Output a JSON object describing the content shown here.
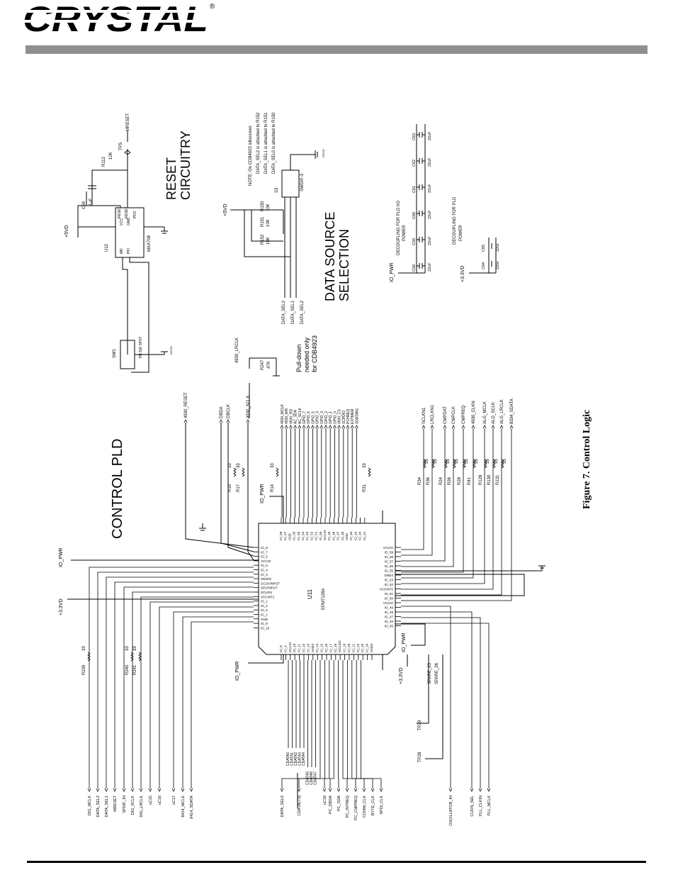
{
  "header": {
    "logo_text": "CRYSTAL",
    "registered_mark": "®"
  },
  "titles": {
    "control_pld": "CONTROL PLD",
    "reset_line1": "RESET",
    "reset_line2": "CIRCUITRY",
    "data_source_line1": "DATA SOURCE",
    "data_source_line2": "SELECTION",
    "figure_caption": "Figure 7.  Control Logic"
  },
  "notes": {
    "silkscreen": [
      "NOTE: On CDB4923 silkscreen:",
      "DATA_SEL2 is attached to R152",
      "DATA_SEL1 is attached to R151",
      "DATA_SEL0 is attached to R150"
    ],
    "pulldown": [
      "Pull-down",
      "needed only",
      "for CDB4923"
    ],
    "decoupling_io": [
      "DECOUPLING FOR PLD I/O",
      "POWER"
    ],
    "decoupling_pld": [
      "DECOUPLING FOR PLD",
      "POWER"
    ]
  },
  "u11": {
    "ref": "U11",
    "part": "EPM7128A"
  },
  "reset_block": {
    "ic_ref": "U12",
    "ic_part": "MAX708",
    "supply": "+5VD",
    "cap_ref": "C59",
    "cap_val": "1uF",
    "res_ref": "R112",
    "res_val": "10K",
    "tp_ref": "TP5",
    "output": "MRESET",
    "pins_left": [
      "MR",
      "PFI"
    ],
    "pins_right": [
      "VCC",
      "GND",
      "RESET",
      "RESET",
      "PFO"
    ],
    "switch_ref": "SW1",
    "switch_label": "PB SW SPST"
  },
  "dip_block": {
    "supply": "+5VD",
    "switch_ref": "S3",
    "switch_part": "SWDIP-3",
    "resistors": [
      {
        "ref": "R150",
        "val": "10K"
      },
      {
        "ref": "R151",
        "val": "10K"
      },
      {
        "ref": "R152",
        "val": "10K"
      }
    ],
    "outputs": [
      "DATA_SEL0",
      "DATA_SEL1",
      "DATA_SEL2"
    ]
  },
  "decoupling": {
    "io_supply": "IO_PWR",
    "io_caps": [
      {
        "ref": "C58",
        "val": "22uF"
      },
      {
        "ref": "C59",
        "val": "22uF"
      },
      {
        "ref": "C60",
        "val": "22uF"
      },
      {
        "ref": "C61",
        "val": "22uF"
      },
      {
        "ref": "C62",
        "val": "22uF"
      },
      {
        "ref": "C63",
        "val": "22uF"
      }
    ],
    "pld_supply": "+3.3VD",
    "pld_caps": [
      {
        "ref": "C64",
        "val": "22uF"
      },
      {
        "ref": "C65",
        "val": "22uF"
      }
    ]
  },
  "power_labels": {
    "io_pwr": "IO_PWR",
    "v33": "+3.3VD",
    "dgnd": "DGND"
  },
  "r247": {
    "ref": "R247",
    "val": "47K",
    "net": "4930_LRCLK"
  },
  "top_nets_a": [
    "4930_RESET",
    "DBDA",
    "DBCLK",
    "4930_SCLK"
  ],
  "top_res": [
    {
      "ref": "R19",
      "val": "33"
    },
    {
      "ref": "R17",
      "val": "33"
    },
    {
      "ref": "R14",
      "val": "33"
    },
    {
      "ref": "R31",
      "val": "33"
    }
  ],
  "top_nets_b": [
    "4930_MCLK",
    "4930_WR",
    "4930_RD",
    "AC_SDA",
    "AC_SCLK",
    "GPIO_7",
    "GPIO_6",
    "GPIO_5",
    "GPIO_4",
    "GPIO_3",
    "GPIO_2",
    "GPIO_1",
    "GPIO_0",
    "4930_CS",
    "SCPDIO",
    "PCHREQ",
    "EXTMEM",
    "SDATAN1"
  ],
  "top_nets_c": [
    "SCLKN1",
    "LRCLKN1",
    "CMPDAT",
    "CMPCLK",
    "CMPREQ",
    "4930_CLKN",
    "ALG_MCLK",
    "ALG_SCLK",
    "ALG_LRCLK",
    "8334_SDATA"
  ],
  "right_res": [
    {
      "ref": "R34",
      "val": "33"
    },
    {
      "ref": "R36",
      "val": "33"
    },
    {
      "ref": "R24",
      "val": "33"
    },
    {
      "ref": "R26",
      "val": "33"
    },
    {
      "ref": "R28",
      "val": "33"
    },
    {
      "ref": "R41",
      "val": "33"
    },
    {
      "ref": "R128",
      "val": "33"
    },
    {
      "ref": "R130",
      "val": "33"
    },
    {
      "ref": "R131",
      "val": "33"
    }
  ],
  "left_res": [
    {
      "ref": "R239",
      "val": "33"
    },
    {
      "ref": "R240",
      "val": "33"
    },
    {
      "ref": "R241",
      "val": "33"
    }
  ],
  "bottom_nets_left": [
    "DIG_MCLK",
    "DATA_SEL2",
    "DATA_SEL1",
    "MRESET",
    "SPDIF_IN",
    "DIG_SCLK",
    "DIG_LRCLK",
    "uC15",
    "uC16",
    "uC17",
    "8414_MCLK",
    "8414_SDATA"
  ],
  "bottom_nets_mid": [
    "DATA_SEL0",
    "CDATA[7:0]",
    "uC18",
    "PC_DBDA",
    "PC_SDA",
    "PC_INTREQ",
    "PC_CMPREQ",
    "COMM_CLK",
    "BYTE_CLK",
    "SPDI_CLK"
  ],
  "bottom_nets_right": [
    "OSCILLATOR_IN",
    "CLKIN_SEL",
    "PLL_CLKIN",
    "PLL_MCLK"
  ],
  "cdata_bits": [
    "CDATA0",
    "CDATA1",
    "CDATA2",
    "CDATA3",
    "CDATA4",
    "CDATA5",
    "CDATA6",
    "CDATA7"
  ],
  "spares": [
    "SPARE_25",
    "SPARE_26"
  ],
  "testpoints": [
    "TP29",
    "TP28"
  ],
  "u11_pins_left": [
    "IO_8",
    "IO_7",
    "IO_6",
    "VCCIO",
    "IO_5",
    "IO_4",
    "IO_3",
    "OE2/IN",
    "GCLK/INPUT",
    "OE1/INPUT",
    "GCLRN",
    "VCCINT1",
    "IO_1",
    "IO_2",
    "IO_0",
    "IO_1",
    "GND",
    "IO_9",
    "IO_10"
  ],
  "u11_pins_right": [
    "VCCIO",
    "IO_59",
    "IO_58",
    "IO_57",
    "IO_56",
    "IO_55",
    "GND4",
    "IO_53",
    "IO_52",
    "VCCINT2",
    "IO_51",
    "IO_50",
    "VCCIO",
    "IO_49",
    "IO_48",
    "IO_47",
    "IO_46",
    "IO_45"
  ],
  "u11_pins_top": [
    "IO_58",
    "IO_57",
    "GND",
    "IO_56",
    "IO_55",
    "IO_54",
    "IO_53",
    "IO_52",
    "IO_51",
    "IO_50",
    "VCCIO",
    "IO_49",
    "IO_48",
    "IO_47",
    "IO_46",
    "GND",
    "IO_45",
    "IO_44",
    "IO_43",
    "IO_41"
  ],
  "u11_pins_bottom": [
    "IO_8",
    "IO_9",
    "VCCIO",
    "IO_10",
    "IO_11",
    "IO_12",
    "IO_13",
    "GND2",
    "IO_14",
    "IO_15",
    "IO_16",
    "IO_17",
    "IO_18",
    "VCCIO2",
    "IO_19",
    "IO_20",
    "IO_21",
    "IO_22",
    "IO_23",
    "IO_24",
    "GND3"
  ]
}
